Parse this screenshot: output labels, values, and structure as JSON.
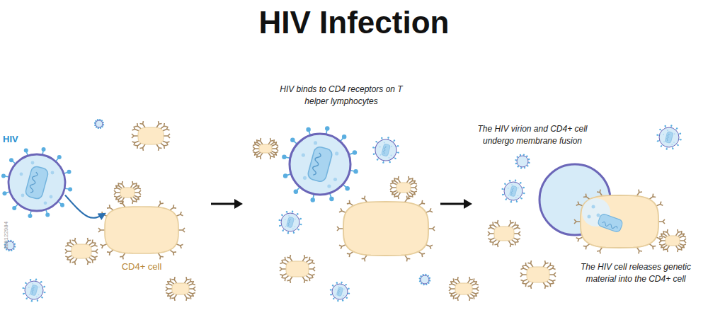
{
  "diagram": {
    "title": "HIV Infection",
    "nodes": [
      {
        "text": [
          "HIV"
        ]
      },
      {
        "text": [
          "CD4+ cell"
        ]
      }
    ],
    "edges": [
      {
        "from": 0,
        "to": 1,
        "arrow": "to"
      }
    ],
    "labels": [
      "HIV binds to CD4 receptors on T helper lymphocytes",
      "The HIV virion and CD4+ cell undergo membrane fusion",
      "The HIV cell releases genetic material into the CD4+ cell",
      "118122984"
    ]
  }
}
